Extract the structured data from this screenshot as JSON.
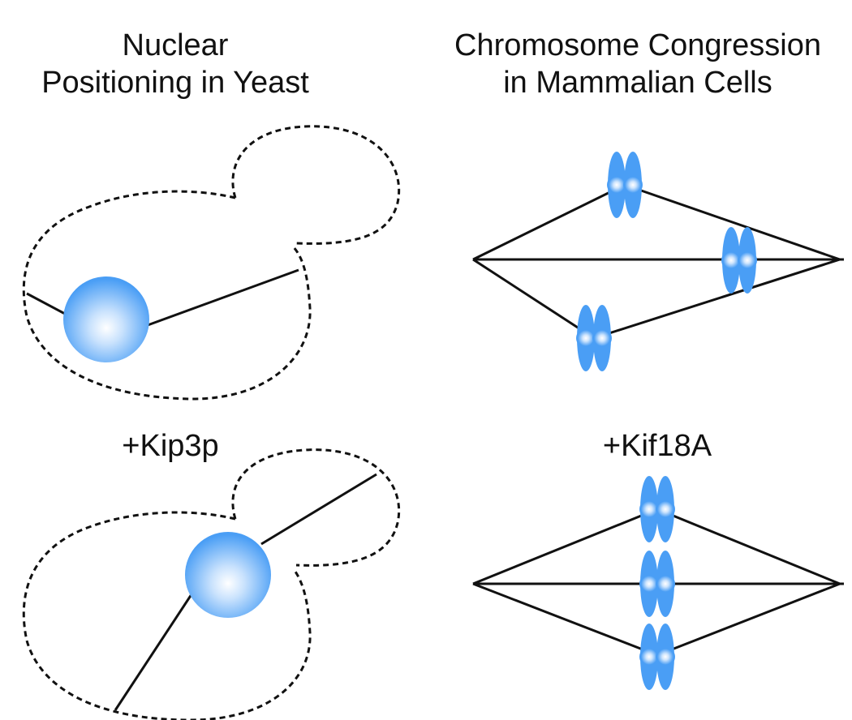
{
  "headings": {
    "yeast_line1": "Nuclear",
    "yeast_line2": "Positioning in Yeast",
    "mammal_line1": "Chromosome Congression",
    "mammal_line2": "in Mammalian Cells"
  },
  "labels": {
    "yeast_motor": "+Kip3p",
    "mammal_motor": "+Kif18A"
  },
  "colors": {
    "line": "#111111",
    "blue": "#4a9ef5",
    "highlight": "#ffffff"
  }
}
